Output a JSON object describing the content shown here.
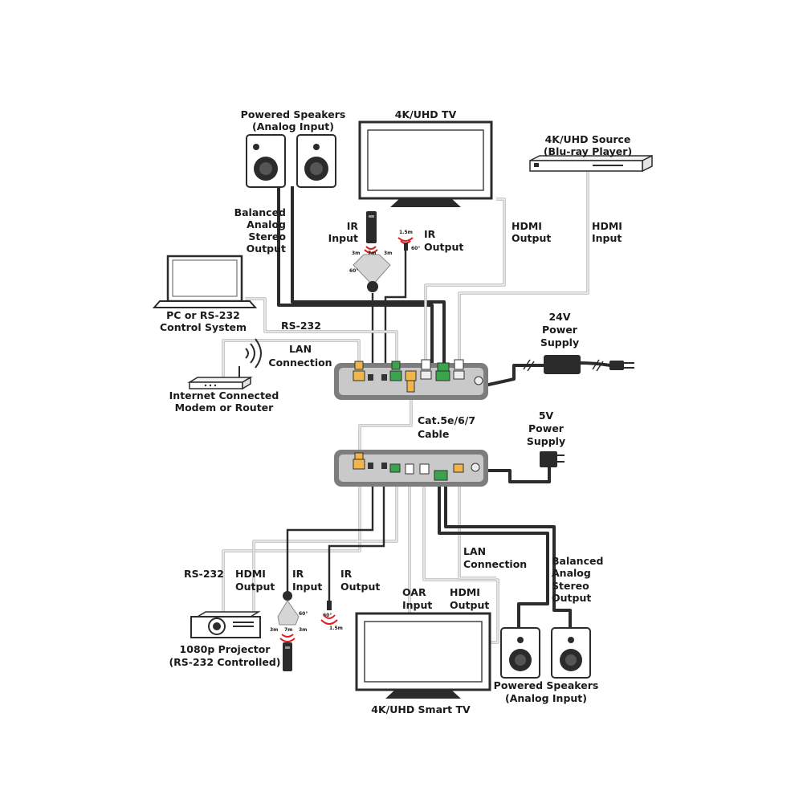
{
  "diagram": {
    "top_speakers": [
      "Powered Speakers",
      "(Analog Input)"
    ],
    "top_tv": "4K/UHD TV",
    "source": [
      "4K/UHD Source",
      "(Blu-ray Player)"
    ],
    "bal_top": [
      "Balanced",
      "Analog",
      "Stereo",
      "Output"
    ],
    "ir_input_top": [
      "IR",
      "Input"
    ],
    "ir_output_top": [
      "IR",
      "Output"
    ],
    "hdmi_output_top": [
      "HDMI",
      "Output"
    ],
    "hdmi_input_top": [
      "HDMI",
      "Input"
    ],
    "pc": [
      "PC or RS-232",
      "Control System"
    ],
    "rs232_top": "RS-232",
    "lan_top": [
      "LAN",
      "Connection"
    ],
    "power24": [
      "24V",
      "Power",
      "Supply"
    ],
    "router": [
      "Internet Connected",
      "Modem or Router"
    ],
    "cat_cable": [
      "Cat.5e/6/7",
      "Cable"
    ],
    "power5": [
      "5V",
      "Power",
      "Supply"
    ],
    "lan_bottom": [
      "LAN",
      "Connection"
    ],
    "bal_bottom": [
      "Balanced",
      "Analog",
      "Stereo",
      "Output"
    ],
    "rs232_bottom": "RS-232",
    "hdmi_output_bottom": [
      "HDMI",
      "Output"
    ],
    "ir_input_bottom": [
      "IR",
      "Input"
    ],
    "ir_output_bottom": [
      "IR",
      "Output"
    ],
    "oar_input": [
      "OAR",
      "Input"
    ],
    "hdmi_output_bottom2": [
      "HDMI",
      "Output"
    ],
    "projector": [
      "1080p Projector",
      "(RS-232 Controlled)"
    ],
    "bottom_speakers": [
      "Powered Speakers",
      "(Analog Input)"
    ],
    "smart_tv": "4K/UHD Smart TV",
    "ir_rx_top": {
      "a": "3m",
      "b": "7m",
      "c": "3m",
      "d": "60°"
    },
    "ir_tx_top": {
      "a": "1.5m",
      "b": "60°"
    },
    "ir_rx_bottom": {
      "a": "3m",
      "b": "7m",
      "c": "3m",
      "d": "60°"
    },
    "ir_tx_bottom": {
      "a": "60°",
      "b": "1.5m"
    }
  }
}
